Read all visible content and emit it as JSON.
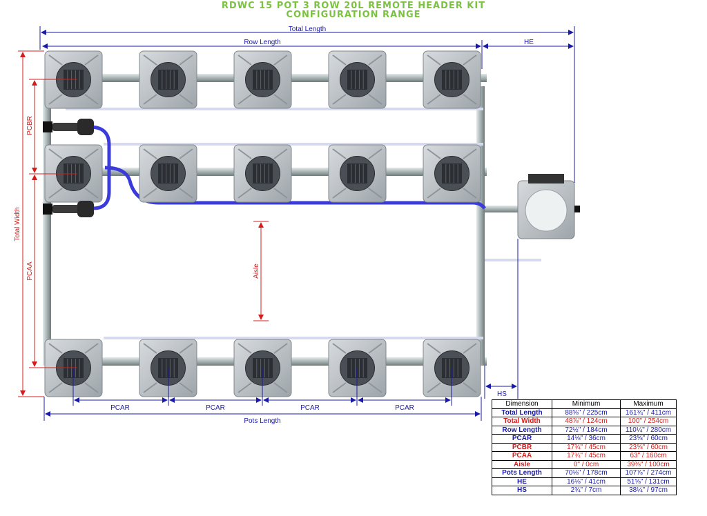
{
  "title_line1": "RDWC 15 POT 3 ROW 20L REMOTE HEADER KIT",
  "title_line2": "CONFIGURATION RANGE",
  "labels": {
    "total_length": "Total Length",
    "row_length": "Row Length",
    "he": "HE",
    "hs": "HS",
    "total_width": "Total Width",
    "pcbr": "PCBR",
    "pcaa": "PCAA",
    "aisle": "Aisle",
    "pcar": "PCAR",
    "pots_length": "Pots Length"
  },
  "colors": {
    "title": "#7cc242",
    "dim_blue": "#1a1aa6",
    "dim_red": "#d41c1c",
    "hose": "#3b3bdc",
    "pipe": "#a9b4b4",
    "pot": "#b9bfc3"
  },
  "table": {
    "headers": [
      "Dimension",
      "Minimum",
      "Maximum"
    ],
    "rows": [
      {
        "dimension": "Total Length",
        "minimum": "88⅝\" / 225cm",
        "maximum": "161¾\" / 411cm",
        "color": "blue"
      },
      {
        "dimension": "Total Width",
        "minimum": "48⅞\" / 124cm",
        "maximum": "100\" / 254cm",
        "color": "red"
      },
      {
        "dimension": "Row Length",
        "minimum": "72½\" / 184cm",
        "maximum": "110¼\" / 280cm",
        "color": "blue"
      },
      {
        "dimension": "PCAR",
        "minimum": "14⅛\" / 36cm",
        "maximum": "23⅝\" / 60cm",
        "color": "blue"
      },
      {
        "dimension": "PCBR",
        "minimum": "17¾\" / 45cm",
        "maximum": "23⅝\" / 60cm",
        "color": "red"
      },
      {
        "dimension": "PCAA",
        "minimum": "17¾\" / 45cm",
        "maximum": "63\" / 160cm",
        "color": "red"
      },
      {
        "dimension": "Aisle",
        "minimum": "0\" / 0cm",
        "maximum": "39⅜\" / 100cm",
        "color": "red"
      },
      {
        "dimension": "Pots Length",
        "minimum": "70⅛\" / 178cm",
        "maximum": "107⅞\" / 274cm",
        "color": "blue"
      },
      {
        "dimension": "HE",
        "minimum": "16⅛\" / 41cm",
        "maximum": "51⅝\" / 131cm",
        "color": "blue"
      },
      {
        "dimension": "HS",
        "minimum": "2¾\" / 7cm",
        "maximum": "38¼\" / 97cm",
        "color": "blue"
      }
    ]
  }
}
